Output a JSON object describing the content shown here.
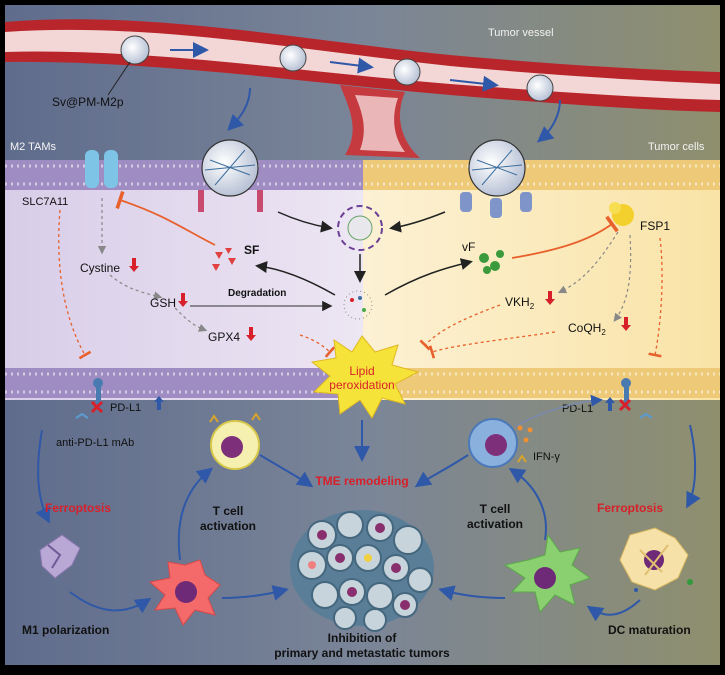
{
  "labels": {
    "tumor_vessel": "Tumor vessel",
    "nanoparticle": "Sv@PM-M2p",
    "m2_tams": "M2 TAMs",
    "tumor_cells": "Tumor cells",
    "slc7a11": "SLC7A11",
    "cystine": "Cystine",
    "gsh": "GSH",
    "gpx4": "GPX4",
    "sf": "SF",
    "degradation": "Degradation",
    "vf": "vF",
    "fsp1": "FSP1",
    "vkh2_main": "VKH",
    "vkh2_sub": "2",
    "coqh2_main": "CoQH",
    "coqh2_sub": "2",
    "lipid_line1": "Lipid",
    "lipid_line2": "peroxidation",
    "pdl1_left": "PD-L1",
    "pdl1_right": "PD-L1",
    "anti_pdl1": "anti-PD-L1 mAb",
    "ifn": "IFN-γ",
    "ferroptosis_left": "Ferroptosis",
    "ferroptosis_right": "Ferroptosis",
    "tcell_left_line1": "T cell",
    "tcell_left_line2": "activation",
    "tcell_right_line1": "T cell",
    "tcell_right_line2": "activation",
    "tme_remodeling": "TME remodeling",
    "m1_polarization": "M1 polarization",
    "dc_maturation": "DC maturation",
    "inhibition_line1": "Inhibition of",
    "inhibition_line2": "primary and metastatic tumors"
  },
  "colors": {
    "vessel": "#b8262b",
    "membrane_left": "#8e79b3",
    "membrane_right": "#e9c56e",
    "cyto_left": "#e4dcee",
    "cyto_right": "#fbecc2",
    "inhibition_arrow": "#e8602c",
    "down_arrow": "#d8202a",
    "blue_arrow": "#2f58a8",
    "ferroptosis_text": "#d8202a",
    "lipid_burst": "#f6e33a"
  }
}
